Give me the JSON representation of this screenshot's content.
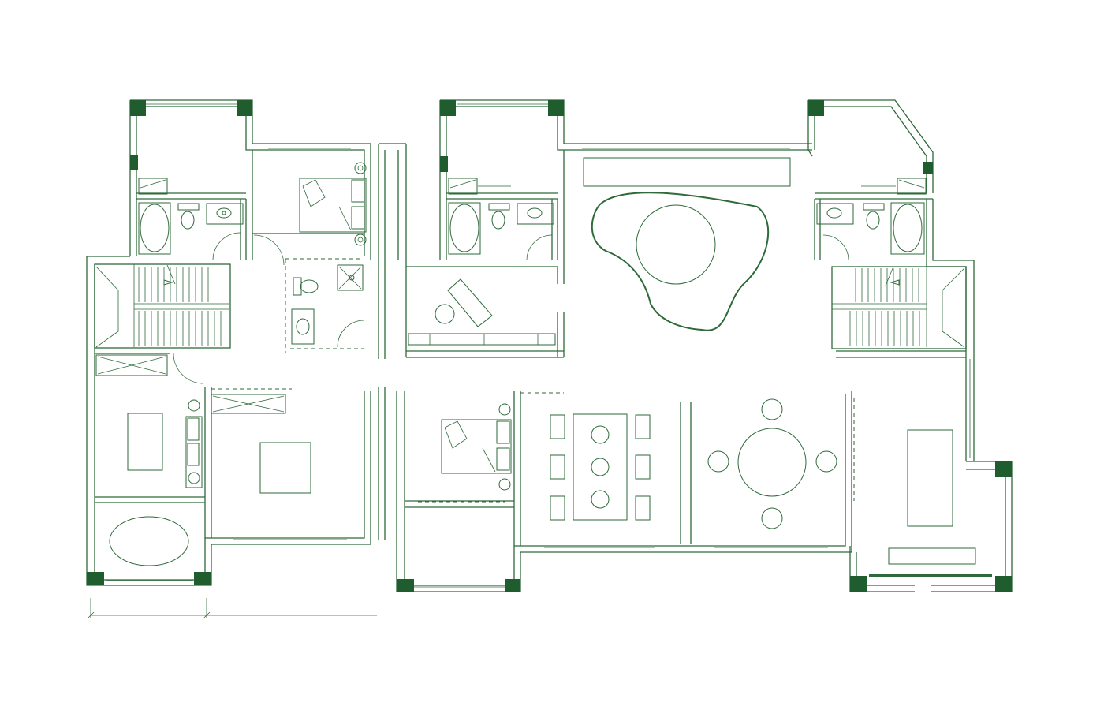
{
  "colors": {
    "line": "#2e6a3a",
    "column": "#1f5c2e",
    "background": "#ffffff"
  },
  "plan": {
    "units": [
      {
        "id": "unit-left",
        "rooms": [
          "bathroom",
          "bedroom",
          "ensuite-bathroom",
          "stair",
          "living",
          "dining",
          "bath-room"
        ]
      },
      {
        "id": "unit-center",
        "rooms": [
          "bathroom",
          "study",
          "bedroom",
          "balcony",
          "dining"
        ]
      },
      {
        "id": "unit-right",
        "rooms": [
          "bathroom",
          "stair",
          "lounge",
          "dining",
          "terrace"
        ]
      }
    ]
  }
}
